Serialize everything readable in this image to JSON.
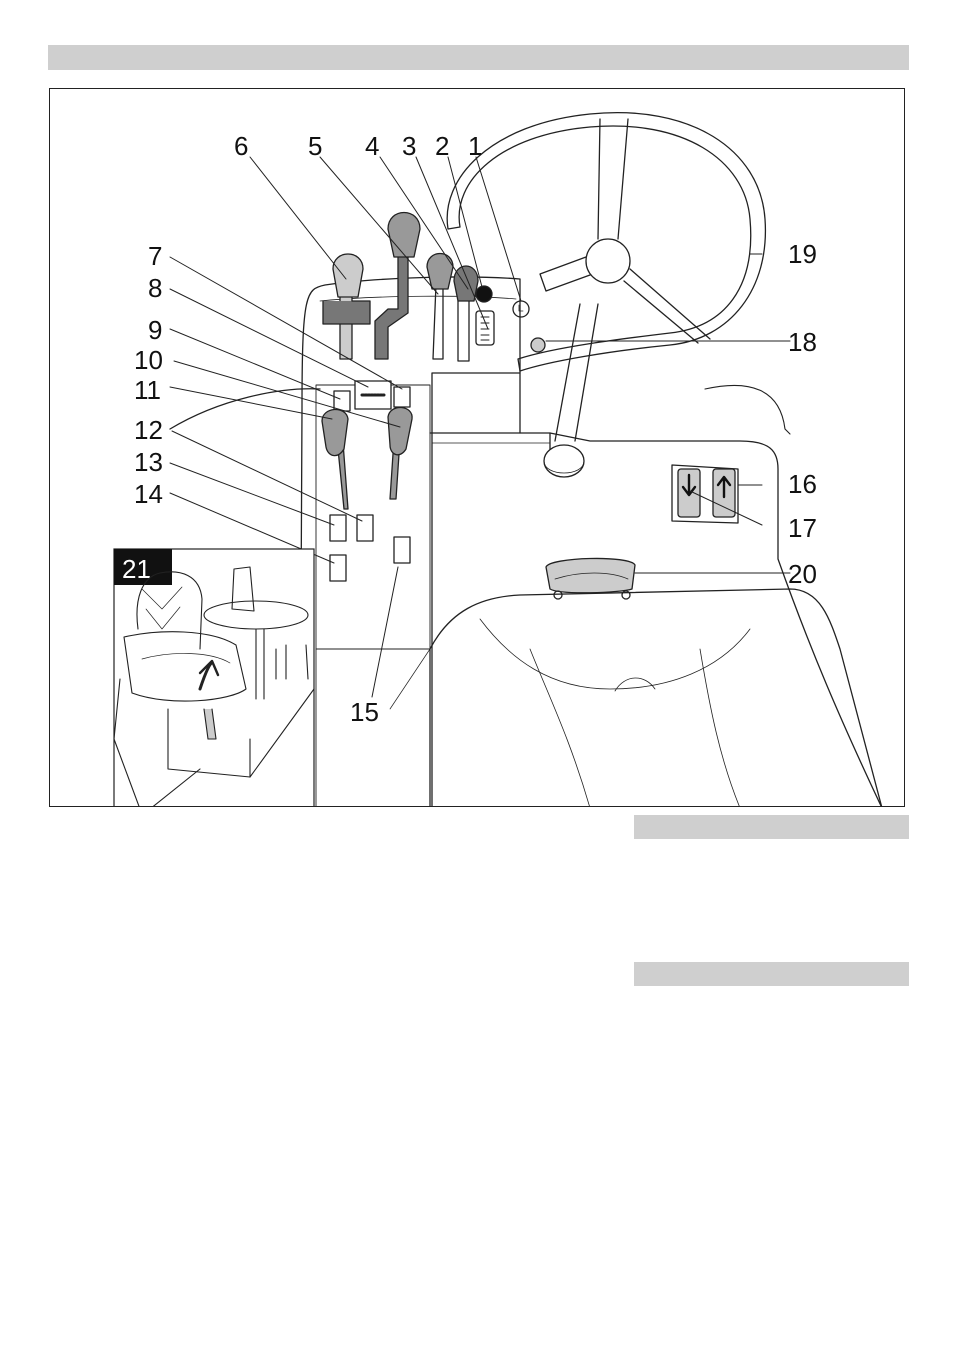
{
  "figure": {
    "callouts": [
      "1",
      "2",
      "3",
      "4",
      "5",
      "6",
      "7",
      "8",
      "9",
      "10",
      "11",
      "12",
      "13",
      "14",
      "15",
      "16",
      "17",
      "18",
      "19",
      "20"
    ],
    "inset_label": "21"
  },
  "colors": {
    "header_bar": "#cfcfcf",
    "line": "#222222",
    "knob_light": "#cccccc",
    "knob_dark": "#777777",
    "inset_label_bg": "#111111"
  }
}
